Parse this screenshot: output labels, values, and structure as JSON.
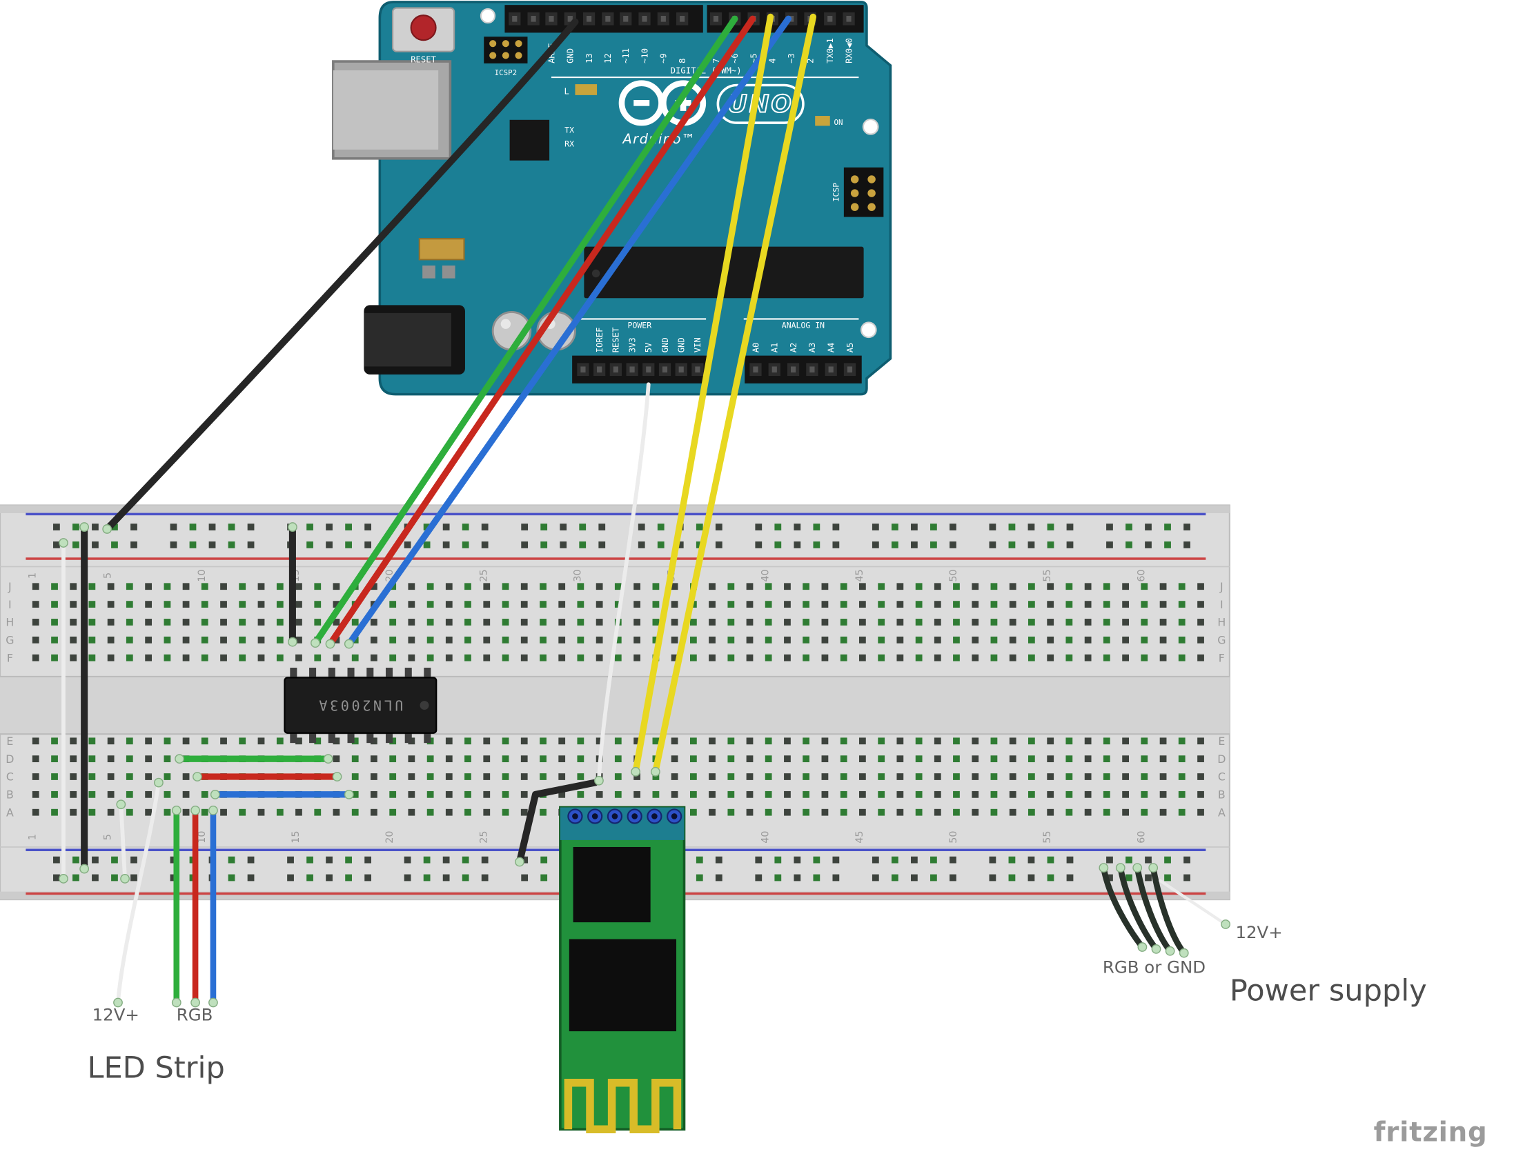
{
  "labels": {
    "led_strip": "LED Strip",
    "power_supply": "Power supply",
    "rgb_or_gnd": "RGB or GND",
    "v12_left": "12V+",
    "v12_right": "12V+",
    "rgb_left": "RGB",
    "fritzing": "fritzing"
  },
  "arduino": {
    "model": "UNO",
    "brand": "Arduino™",
    "reset_label": "RESET",
    "icsp2_label": "ICSP2",
    "icsp_label": "ICSP",
    "l_label": "L",
    "tx_label": "TX",
    "rx_label": "RX",
    "on_label": "ON",
    "digital_label": "DIGITAL (PWM~)",
    "power_label": "POWER",
    "analog_label": "ANALOG IN",
    "digital_pins_left": [
      "AREF",
      "GND",
      "13",
      "12",
      "~11",
      "~10",
      "~9",
      "8"
    ],
    "digital_pins_right": [
      "7",
      "~6",
      "~5",
      "4",
      "~3",
      "2",
      "TX0▶1",
      "RX0◀0"
    ],
    "power_pins": [
      "IOREF",
      "RESET",
      "3V3",
      "5V",
      "GND",
      "GND",
      "VIN"
    ],
    "analog_pins": [
      "A0",
      "A1",
      "A2",
      "A3",
      "A4",
      "A5"
    ]
  },
  "chip": {
    "label": "ULN2003A"
  },
  "breadboard": {
    "rows_top": [
      "J",
      "I",
      "H",
      "G",
      "F"
    ],
    "rows_bottom": [
      "E",
      "D",
      "C",
      "B",
      "A"
    ],
    "columns": [
      "1",
      "5",
      "10",
      "15",
      "20",
      "25",
      "30",
      "35",
      "40",
      "45",
      "50",
      "55",
      "60"
    ]
  },
  "colors": {
    "board_teal": "#1b7f95",
    "breadboard_body": "#dcdcdc",
    "hc05_green": "#21913c",
    "antenna_gold": "#d8bc28",
    "rail_blue": "#4a52c8",
    "rail_red": "#cc4444",
    "wire_green": "#2eae3c",
    "wire_red": "#c8281e",
    "wire_blue": "#2a6fd4",
    "wire_yellow": "#e8d821",
    "wire_black": "#262626",
    "wire_white": "#ececec",
    "wire_dark": "#28322a"
  }
}
